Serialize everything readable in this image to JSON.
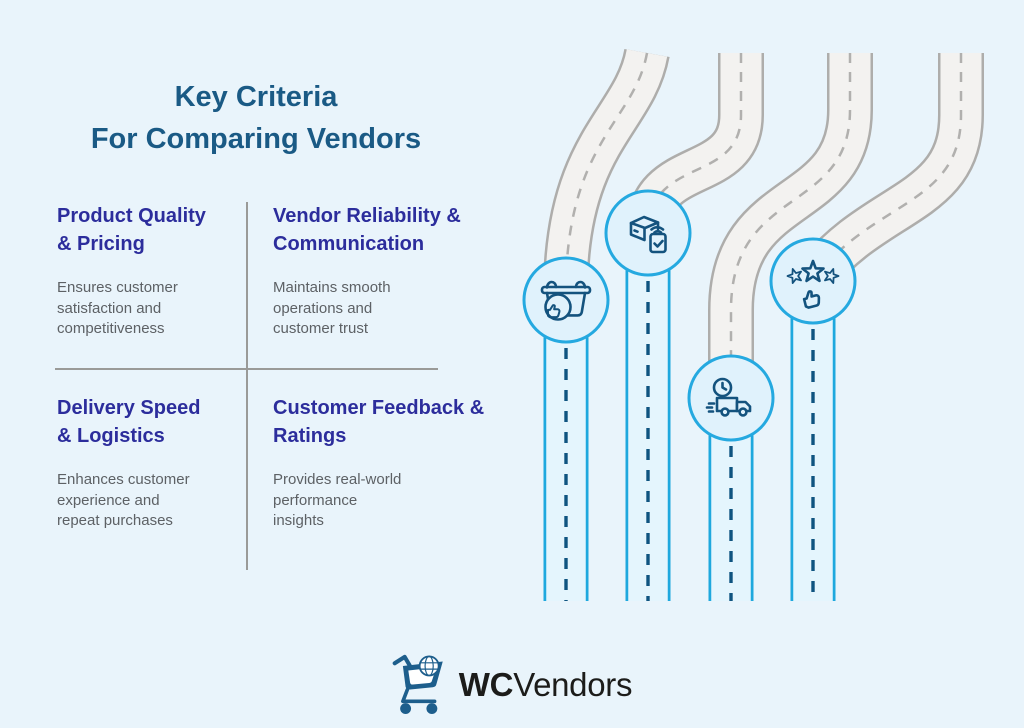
{
  "title": {
    "text": "Key Criteria\nFor Comparing Vendors"
  },
  "criteria": [
    {
      "heading": "Product Quality\n& Pricing",
      "description": "Ensures customer\nsatisfaction and\ncompetitiveness",
      "icon": "basket-thumbs-up-icon"
    },
    {
      "heading": "Vendor Reliability &\nCommunication",
      "description": "Maintains smooth\noperations and\ncustomer trust",
      "icon": "package-device-check-icon"
    },
    {
      "heading": "Delivery Speed\n& Logistics",
      "description": "Enhances customer\nexperience and\nrepeat purchases",
      "icon": "delivery-truck-clock-icon"
    },
    {
      "heading": "Customer Feedback &\nRatings",
      "description": "Provides real-world\nperformance\ninsights",
      "icon": "stars-thumbs-up-icon"
    }
  ],
  "logo": {
    "wc": "WC",
    "vendors": "Vendors"
  },
  "colors": {
    "page_background": "#e9f4fb",
    "title": "#1a5a85",
    "heading": "#2c2d9c",
    "body_text": "#5d6165",
    "divider": "#9a9a98",
    "road_gray_border": "#aeadab",
    "road_gray_fill": "#f3f2f0",
    "road_gray_dash": "#b1b0ae",
    "road_blue_border": "#1ea8de",
    "road_blue_fill": "#e4f5fd",
    "road_blue_dash": "#0f5480",
    "badge_fill": "#e0f2fc",
    "badge_border": "#25a9e0",
    "icon_stroke": "#14537e",
    "logo_cart": "#1d5e8c",
    "logo_text": "#1c1c1a"
  }
}
